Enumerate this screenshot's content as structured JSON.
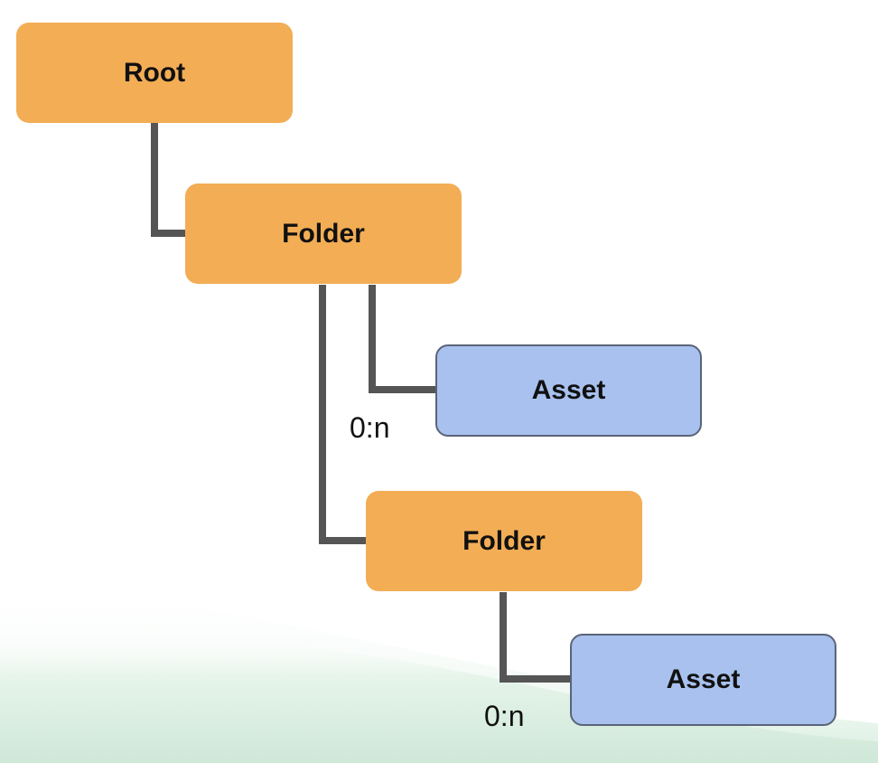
{
  "diagram": {
    "nodes": {
      "root": {
        "label": "Root",
        "kind": "folder"
      },
      "folder_1": {
        "label": "Folder",
        "kind": "folder"
      },
      "asset_1": {
        "label": "Asset",
        "kind": "asset"
      },
      "folder_2": {
        "label": "Folder",
        "kind": "folder"
      },
      "asset_2": {
        "label": "Asset",
        "kind": "asset"
      }
    },
    "edges": [
      {
        "from": "root",
        "to": "folder_1"
      },
      {
        "from": "folder_1",
        "to": "asset_1",
        "multiplicity": "0:n"
      },
      {
        "from": "folder_1",
        "to": "folder_2"
      },
      {
        "from": "folder_2",
        "to": "asset_2",
        "multiplicity": "0:n"
      }
    ],
    "multiplicity_labels": [
      "0:n",
      "0:n"
    ]
  },
  "colors": {
    "folder_fill": "#f3ad55",
    "asset_fill": "#a8c1ee",
    "asset_border": "#5a6478",
    "connector": "#555555",
    "background_wave": "#d6ecdc"
  }
}
